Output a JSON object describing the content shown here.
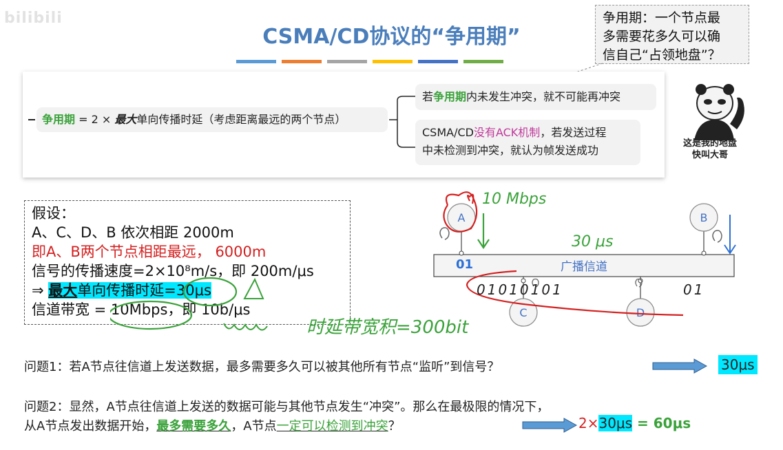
{
  "watermark": "bilibili",
  "title": "CSMA/CD协议的“争用期”",
  "title_bar_colors": [
    "#5b9bd5",
    "#ed7d31",
    "#a5a5a5",
    "#ffc000",
    "#4472c4",
    "#70ad47"
  ],
  "callout": {
    "line1": "争用期：一个节点最",
    "line2": "多需要花多久可以确",
    "line3": "信自己“占领地盘”？"
  },
  "definition": {
    "term": "争用期",
    "formula_pre": " = 2 × ",
    "formula_max": "最大",
    "formula_post": "单向传播时延（考虑距离最远的两个节点）",
    "branch1_pre": "若",
    "branch1_term": "争用期",
    "branch1_post": "内未发生冲突，就不可能再冲突",
    "branch2_pre": "CSMA/CD",
    "branch2_pink": "没有ACK机制",
    "branch2_post1": "，若发送过程",
    "branch2_line2": "中未检测到冲突，就认为帧发送成功"
  },
  "meme_caption": {
    "line1": "这是我的地盘",
    "line2": "快叫大哥"
  },
  "assumption": {
    "line1": "假设：",
    "line2": "A、C、D、B 依次相距 2000m",
    "line3": "即A、B两个节点相距最远， 6000m",
    "line4": "信号的传播速度=2×10⁸m/s，即 200m/μs",
    "line5_arrow": "⇒ ",
    "line5_max": "最大",
    "line5_rest": "单向传播时延=30μs",
    "line6": "信道带宽 = 10Mbps，即 10b/μs"
  },
  "diagram": {
    "channel_label": "广播信道",
    "nodes": [
      "A",
      "B",
      "C",
      "D"
    ],
    "hw_rate": "10 Mbps",
    "hw_delay": "30 μs",
    "hw_product": "时延带宽积=300bit",
    "hw_bits": "01010101",
    "hw_bits_right": "01",
    "hw_left_bit": "01"
  },
  "q1": {
    "text": "问题1：若A节点往信道上发送数据，最多需要多久可以被其他所有节点“监听”到信号？",
    "answer": "30μs"
  },
  "q2": {
    "line1": "问题2：显然，A节点往信道上发送的数据可能与其他节点发生“冲突”。那么在最极限的情况下，",
    "line2_pre": "从A节点发出数据开始，",
    "line2_green1": "最多需要多久",
    "line2_mid": "，A节点",
    "line2_green2": "一定可以检测到冲突",
    "line2_post": "？",
    "answer_pre": "2×",
    "answer_hl": "30μs",
    "answer_post": " = 60μs"
  }
}
